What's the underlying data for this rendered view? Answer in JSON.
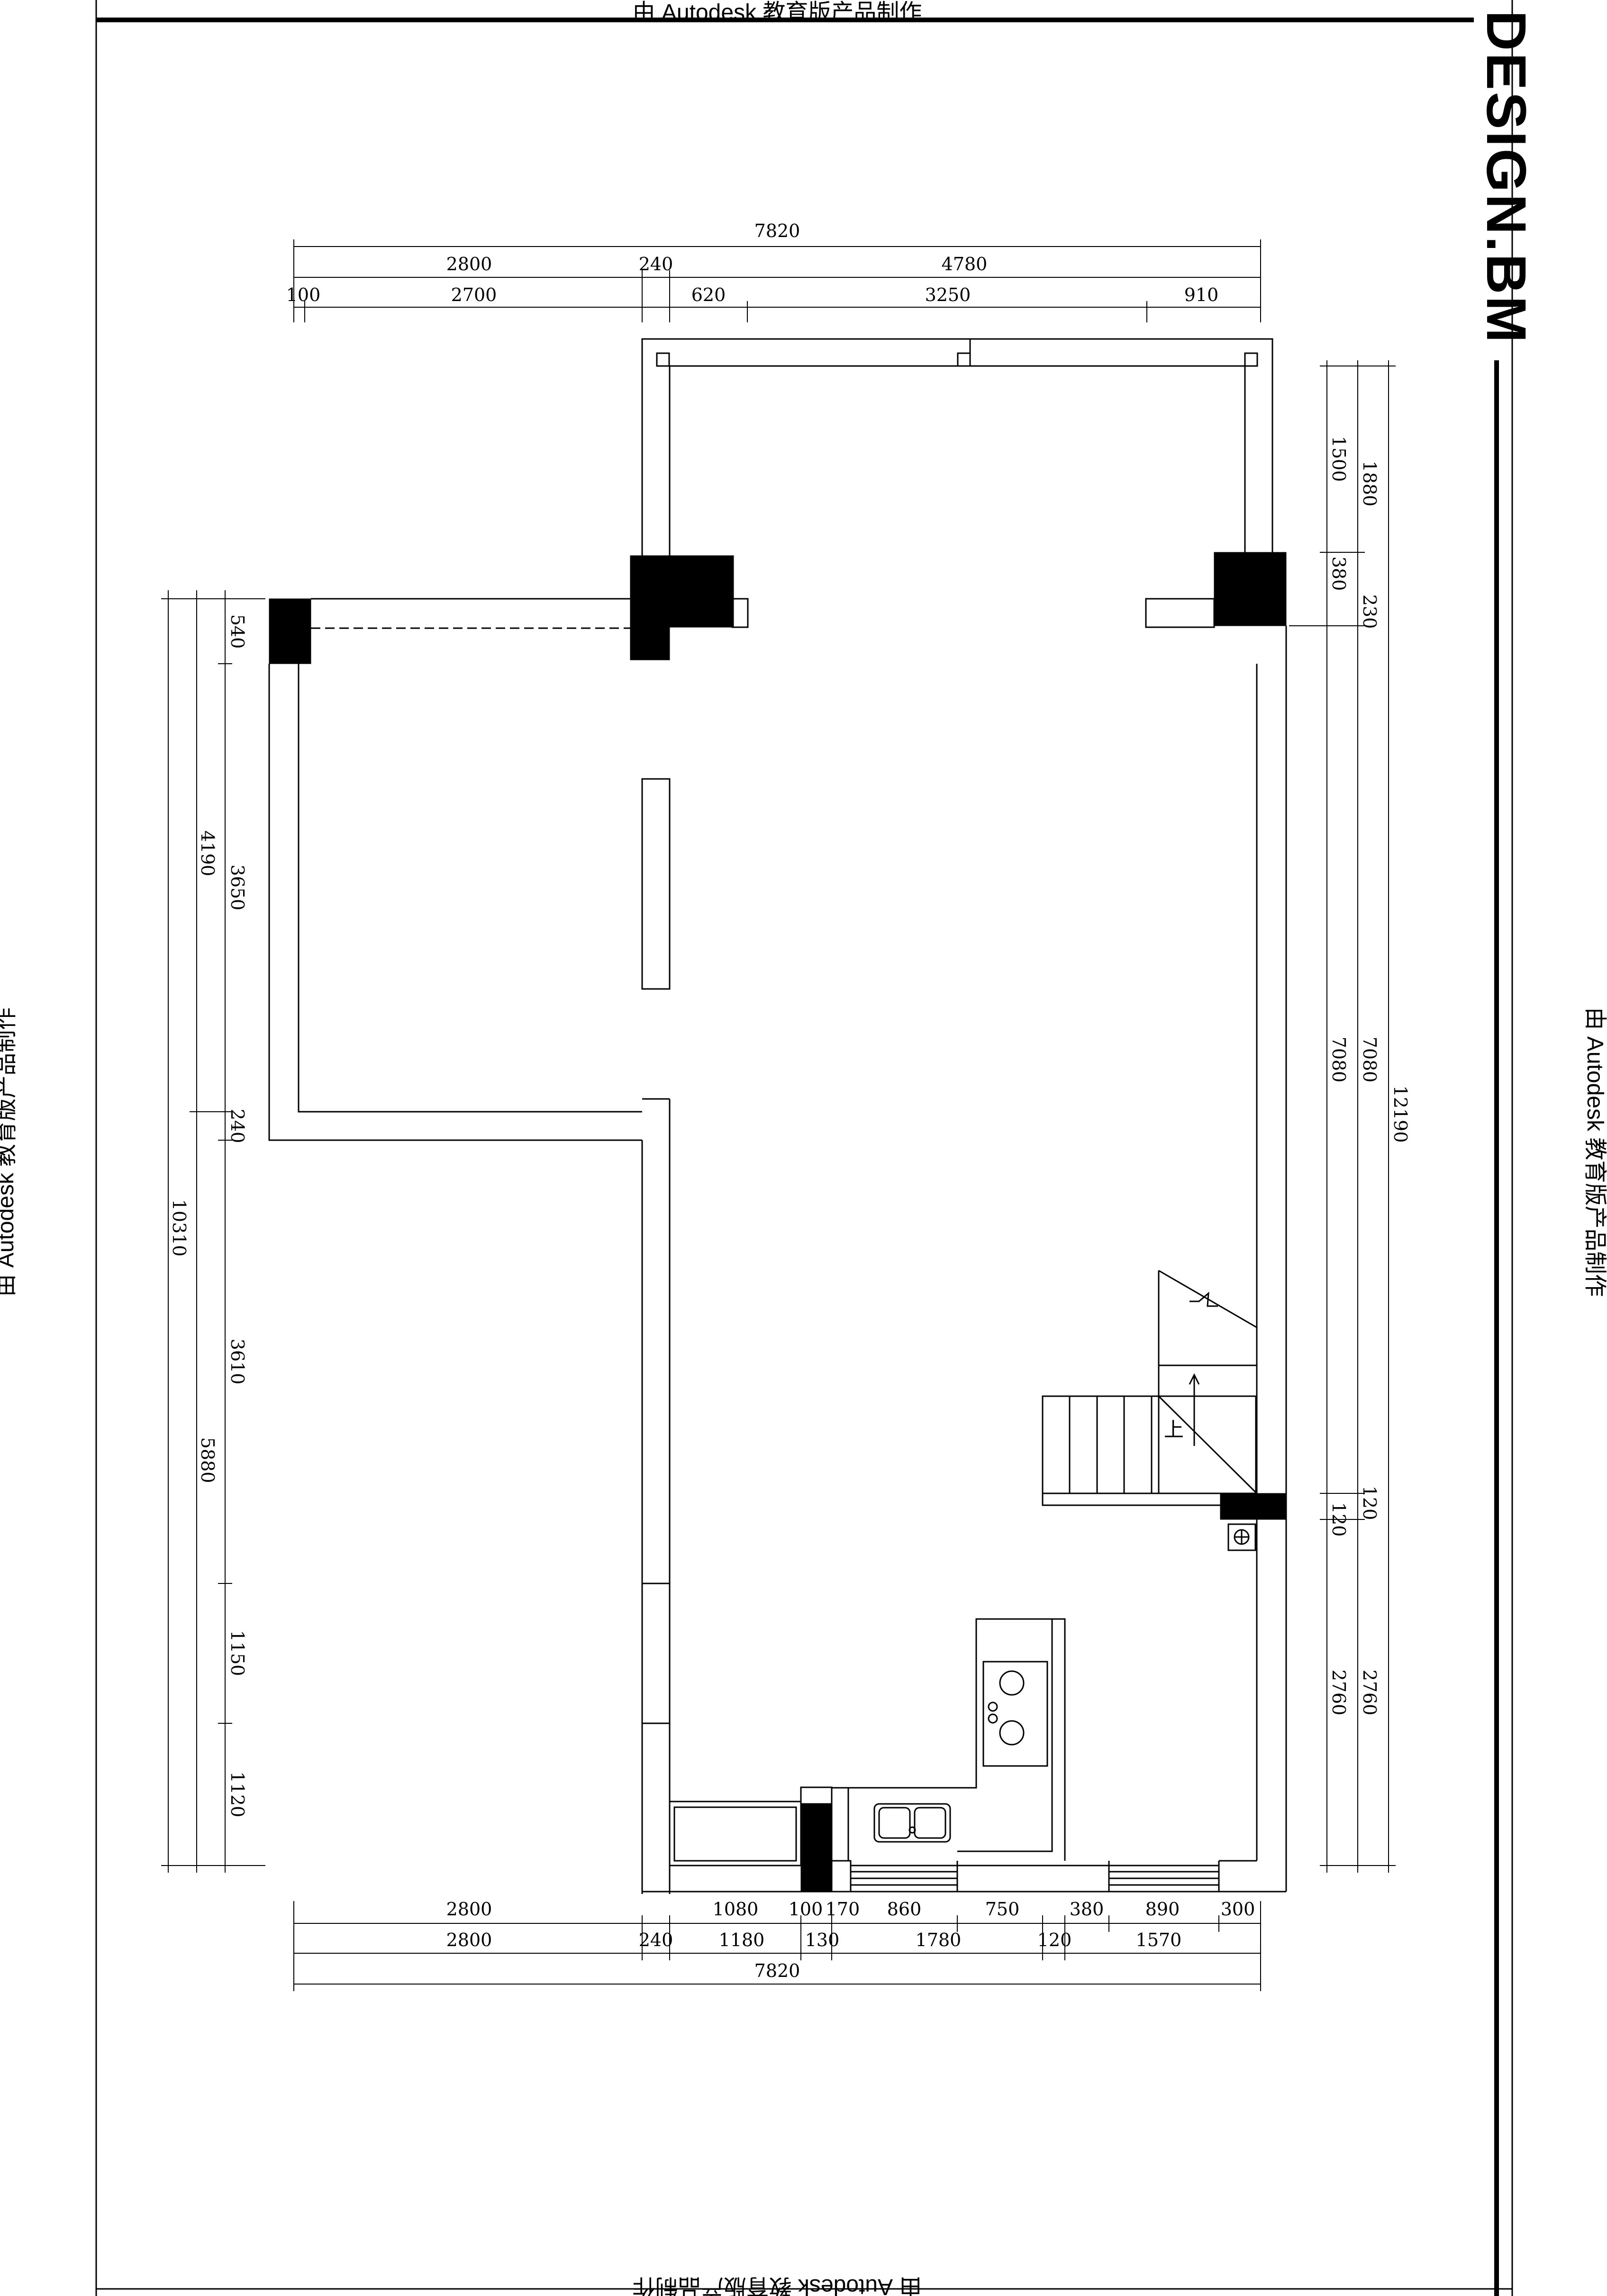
{
  "watermark": {
    "top": "由 Autodesk 教育版产品制作",
    "bottom": "由 Autodesk 教育版产品制作",
    "left": "由 Autodesk 教育版产品制作",
    "right": "由 Autodesk 教育版产品制作"
  },
  "brand": {
    "logo": "DESIGN.BM"
  },
  "dimensions": {
    "top_total": "7820",
    "top_row1": [
      "2800",
      "240",
      "4780"
    ],
    "top_row2": [
      "100",
      "2700",
      "620",
      "3250",
      "910"
    ],
    "bottom_row1": [
      "2800",
      "1080",
      "100",
      "170",
      "860",
      "750",
      "380",
      "890",
      "300"
    ],
    "bottom_row2": [
      "2800",
      "240",
      "1180",
      "130",
      "1780",
      "120",
      "1570"
    ],
    "bottom_total": "7820",
    "left_outer": "10310",
    "left_mid": [
      "4190",
      "5880"
    ],
    "left_inner": [
      "540",
      "3650",
      "240",
      "3610",
      "1150",
      "1120"
    ],
    "right_inner": [
      "1500",
      "380",
      "7080",
      "120",
      "2760"
    ],
    "right_mid": [
      "1880",
      "230",
      "7080",
      "120",
      "2760"
    ],
    "right_outer": "12190"
  },
  "annotations": {
    "stair_up": "上"
  },
  "colors": {
    "wall_fill": "#000000",
    "line": "#000000",
    "background": "#ffffff"
  }
}
